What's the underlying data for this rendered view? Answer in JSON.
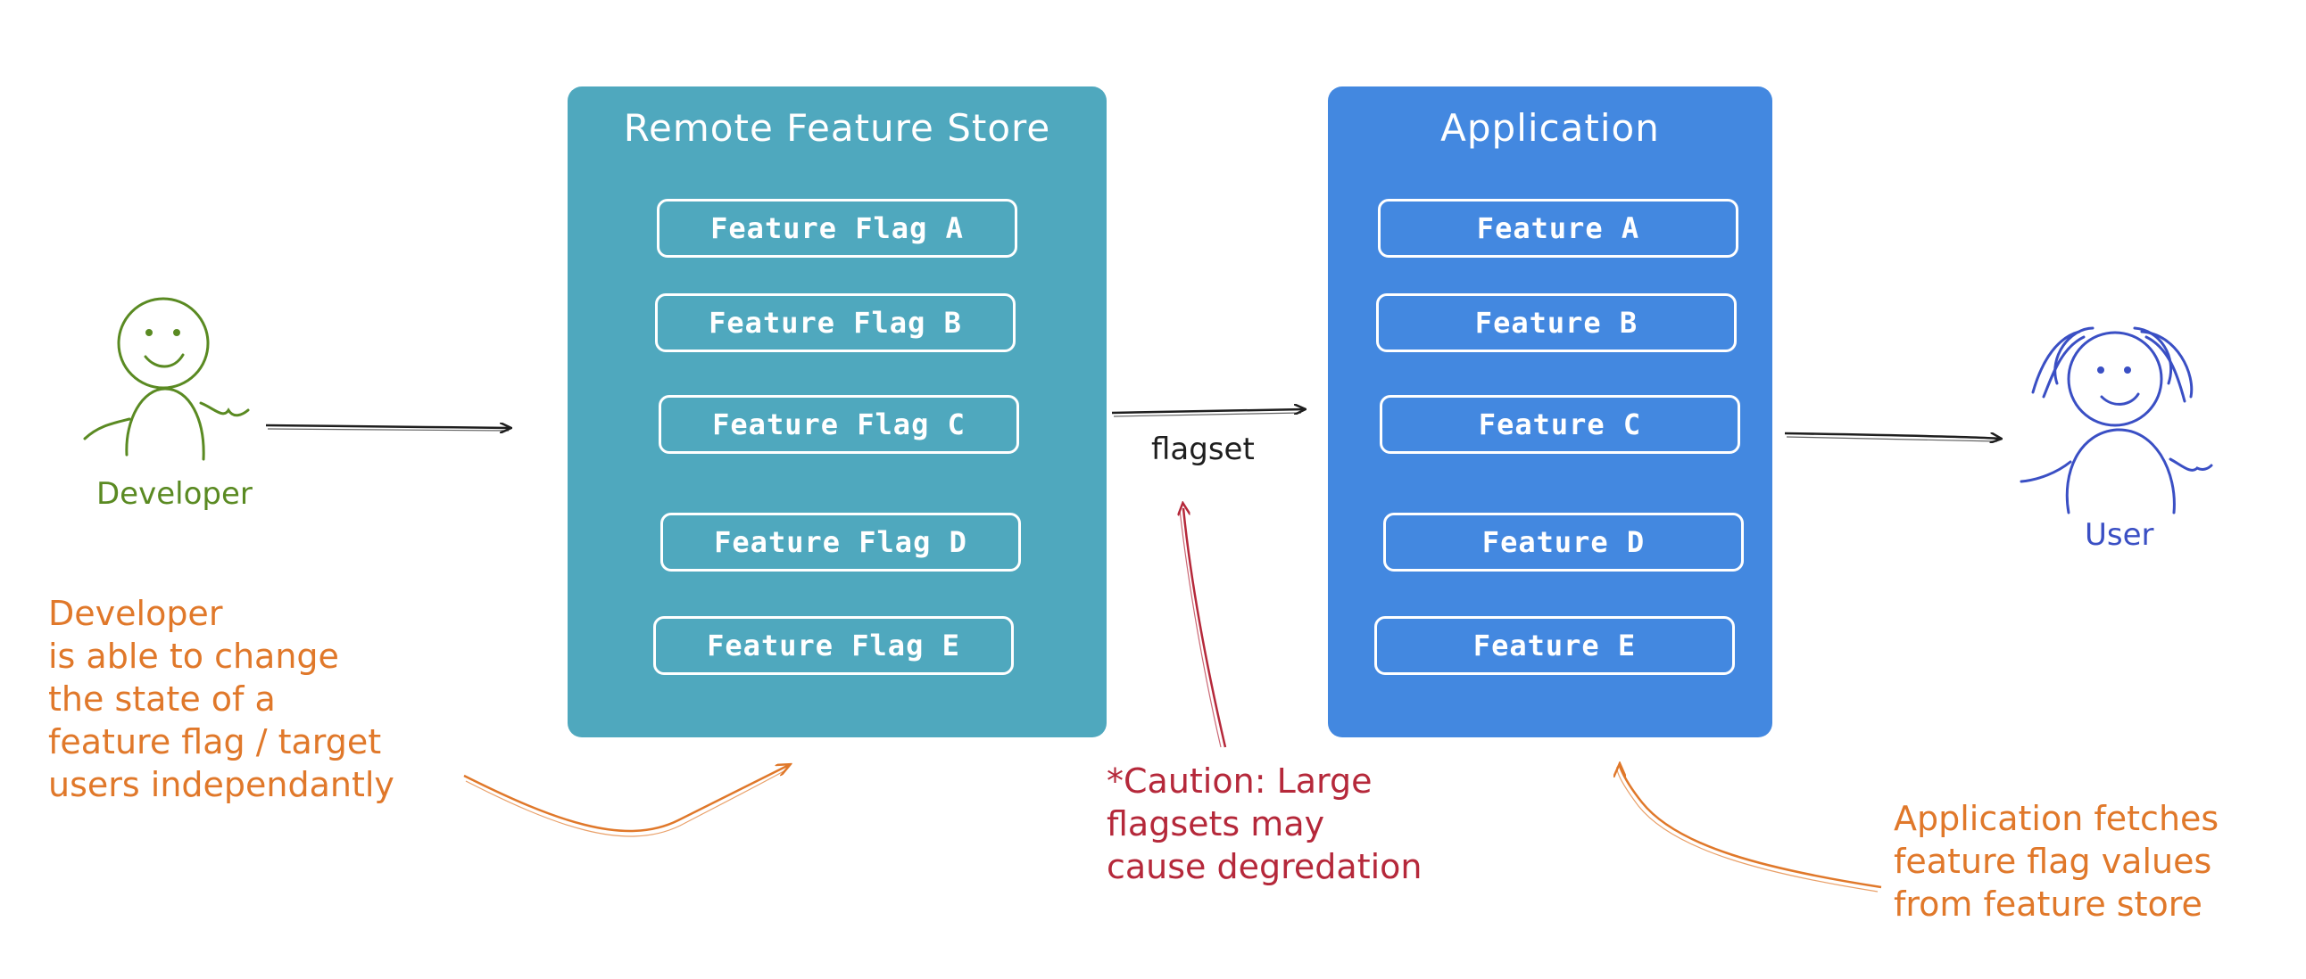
{
  "store": {
    "title": "Remote Feature Store",
    "flags": [
      "Feature Flag A",
      "Feature Flag B",
      "Feature Flag C",
      "Feature Flag D",
      "Feature Flag E"
    ]
  },
  "application": {
    "title": "Application",
    "features": [
      "Feature A",
      "Feature B",
      "Feature C",
      "Feature D",
      "Feature E"
    ]
  },
  "actors": {
    "developer": "Developer",
    "user": "User"
  },
  "edges": {
    "flagset": "flagset"
  },
  "notes": {
    "developer": [
      "Developer",
      "is able to change",
      "the state of a",
      "feature flag / target",
      "users independantly"
    ],
    "caution": [
      "*Caution: Large",
      "flagsets may",
      "cause degredation"
    ],
    "application": [
      "Application fetches",
      "feature flag values",
      "from feature store"
    ]
  },
  "colors": {
    "store_panel": "#4fa8be",
    "application_panel": "#4388e0",
    "developer": "#5a8a22",
    "user": "#3a4fc4",
    "note_orange": "#e0782a",
    "caution_red": "#b5283a",
    "arrow": "#1e1e1e"
  }
}
